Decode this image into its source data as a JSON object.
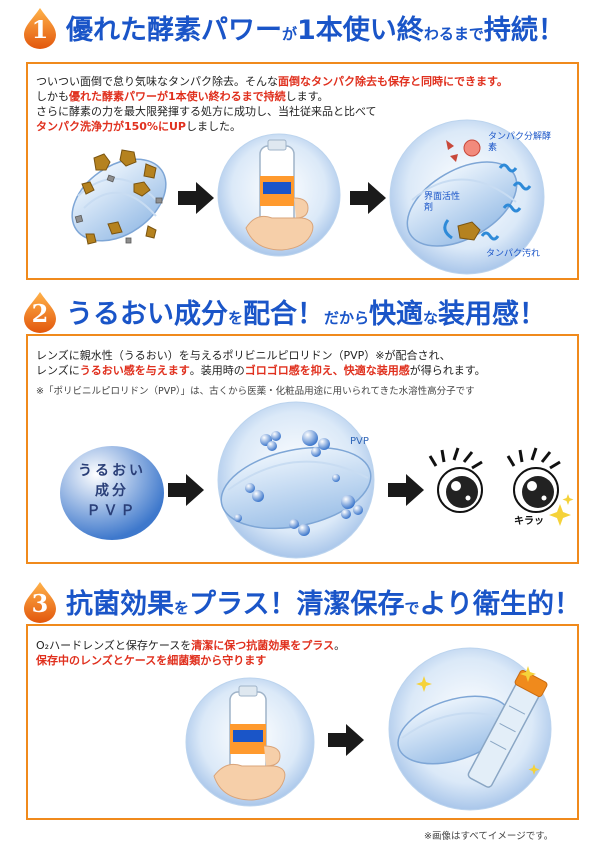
{
  "section1": {
    "number": "1",
    "title_a": "優れた酵素パワー",
    "title_b": "が",
    "title_c": "1本使い終",
    "title_d": "わるまで",
    "title_e": "持続！",
    "line1_a": "ついつい面倒で怠り気味なタンパク除去。そんな",
    "line1_b": "面倒なタンパク除去も保存と同時にできます。",
    "line2_a": "しかも",
    "line2_b": "優れた酵素パワーが1本使い終わるまで持続",
    "line2_c": "します。",
    "line3": "さらに酵素の力を最大限発揮する処方に成功し、当社従来品と比べて",
    "line4_a": "タンパク洗浄力が150%にUP",
    "line4_b": "しました。",
    "label_enzyme": "タンパク分解酵素",
    "label_surfactant": "界面活性剤",
    "label_stain": "タンパク汚れ"
  },
  "section2": {
    "number": "2",
    "title_a": "うるおい成分",
    "title_b": "を",
    "title_c": "配合！",
    "title_d": "だから",
    "title_e": "快適",
    "title_f": "な",
    "title_g": "装用感！",
    "line1": "レンズに親水性（うるおい）を与えるポリビニルピロリドン（PVP）※が配合され、",
    "line2_a": "レンズに",
    "line2_b": "うるおい感を与えます",
    "line2_c": "。装用時の",
    "line2_d": "ゴロゴロ感を抑え、快適な装用感",
    "line2_e": "が得られます。",
    "note": "※「ポリビニルピロリドン（PVP）」は、古くから医薬・化粧品用途に用いられてきた水溶性高分子です",
    "bubble_line1": "うるおい",
    "bubble_line2": "成分",
    "bubble_line3": "ＰＶＰ",
    "label_pvp": "PVP",
    "label_kira": "キラッ"
  },
  "section3": {
    "number": "3",
    "title_a": "抗菌効果",
    "title_b": "を",
    "title_c": "プラス！",
    "title_d": "清潔保存",
    "title_e": "で",
    "title_f": "より衛生的！",
    "line1_a": "O₂ハードレンズと保存ケースを",
    "line1_b": "清潔に保つ抗菌効果をプラス",
    "line1_c": "。",
    "line2": "保存中のレンズとケースを細菌類から守ります"
  },
  "footer": {
    "note": "※画像はすべてイメージです。"
  },
  "colors": {
    "accent_blue": "#1a55c8",
    "accent_orange": "#f08a1c",
    "accent_red": "#e0301e"
  }
}
